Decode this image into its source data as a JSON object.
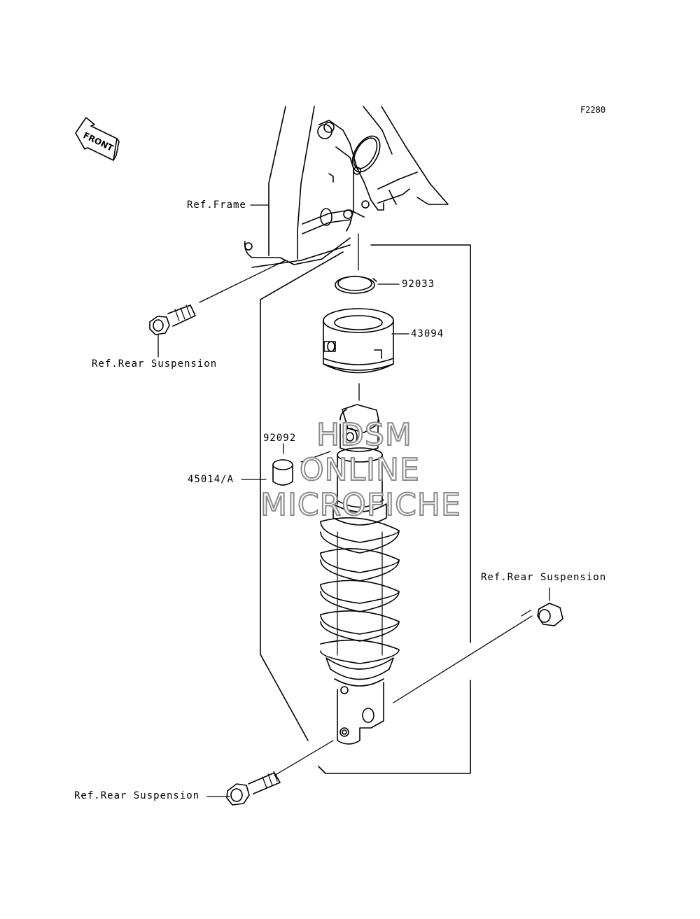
{
  "figure_code": "F2280",
  "front_marker": "FRONT",
  "labels": {
    "ref_frame": "Ref.Frame",
    "ref_rear_top_left": "Ref.Rear Suspension",
    "ref_rear_right": "Ref.Rear Suspension",
    "ref_rear_bottom": "Ref.Rear Suspension",
    "part_92033": "92033",
    "part_43094": "43094",
    "part_92092": "92092",
    "part_45014": "45014/A"
  },
  "watermark": {
    "line1": "HDSM",
    "line2": "ONLINE",
    "line3": "MICROFICHE"
  },
  "colors": {
    "line": "#000000",
    "watermark_outline": "#8c8c8c"
  }
}
